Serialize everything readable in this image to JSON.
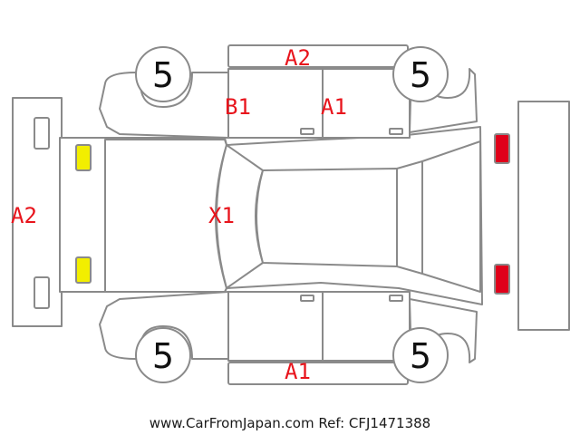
{
  "diagram": {
    "condition_codes": {
      "front_bumper": "A2",
      "right_rear_door": "B1",
      "right_front_door": "A1",
      "roof": "X1",
      "left_rocker_panel": "A1",
      "right_rocker_panel": "A2"
    },
    "tire_ratings": {
      "right_rear": "5",
      "right_front": "5",
      "left_rear": "5",
      "left_front": "5"
    },
    "colors": {
      "code_text": "#e8141c",
      "outline": "#8a8a8a",
      "headlight_fill": "#f2ee00",
      "taillight_fill": "#e0001a"
    }
  },
  "footer": "www.CarFromJapan.com Ref: CFJ1471388"
}
